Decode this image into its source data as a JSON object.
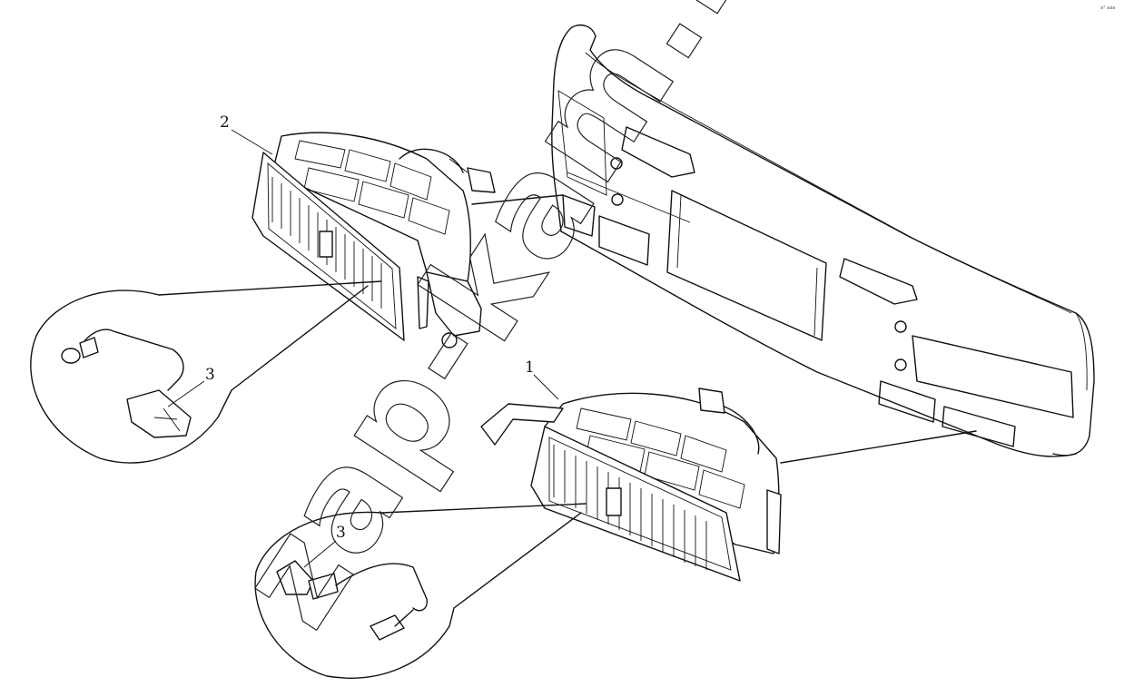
{
  "callouts": {
    "one": "1",
    "two": "2",
    "three_left": "3",
    "three_right": "3"
  },
  "watermark": "zap-kam.ru",
  "corner_mark": "a° aaa",
  "colors": {
    "ink": "#111111",
    "background": "#ffffff"
  },
  "icons": [
    "fog-lamp-left",
    "fog-lamp-right",
    "front-bumper",
    "bulb-detail-left",
    "bulb-detail-right"
  ]
}
